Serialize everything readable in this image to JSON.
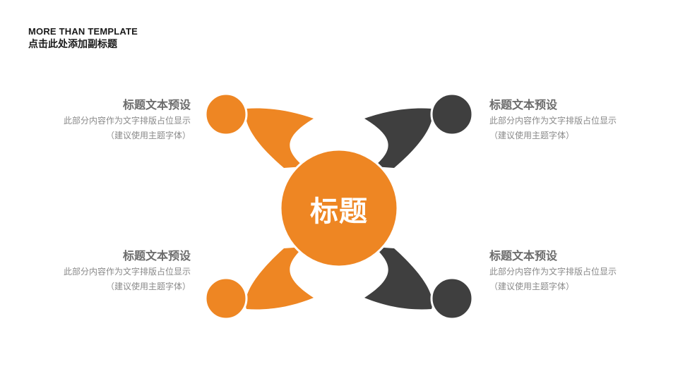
{
  "header": {
    "title": "MORE THAN TEMPLATE",
    "subtitle": "点击此处添加副标题"
  },
  "center": {
    "label": "标题",
    "color": "#ee8623"
  },
  "colors": {
    "orange": "#ee8623",
    "dark": "#3f3f3f"
  },
  "items": [
    {
      "heading": "标题文本预设",
      "line1": "此部分内容作为文字排版占位显示",
      "line2": "（建议使用主题字体）"
    },
    {
      "heading": "标题文本预设",
      "line1": "此部分内容作为文字排版占位显示",
      "line2": "（建议使用主题字体）"
    },
    {
      "heading": "标题文本预设",
      "line1": "此部分内容作为文字排版占位显示",
      "line2": "（建议使用主题字体）"
    },
    {
      "heading": "标题文本预设",
      "line1": "此部分内容作为文字排版占位显示",
      "line2": "（建议使用主题字体）"
    }
  ]
}
